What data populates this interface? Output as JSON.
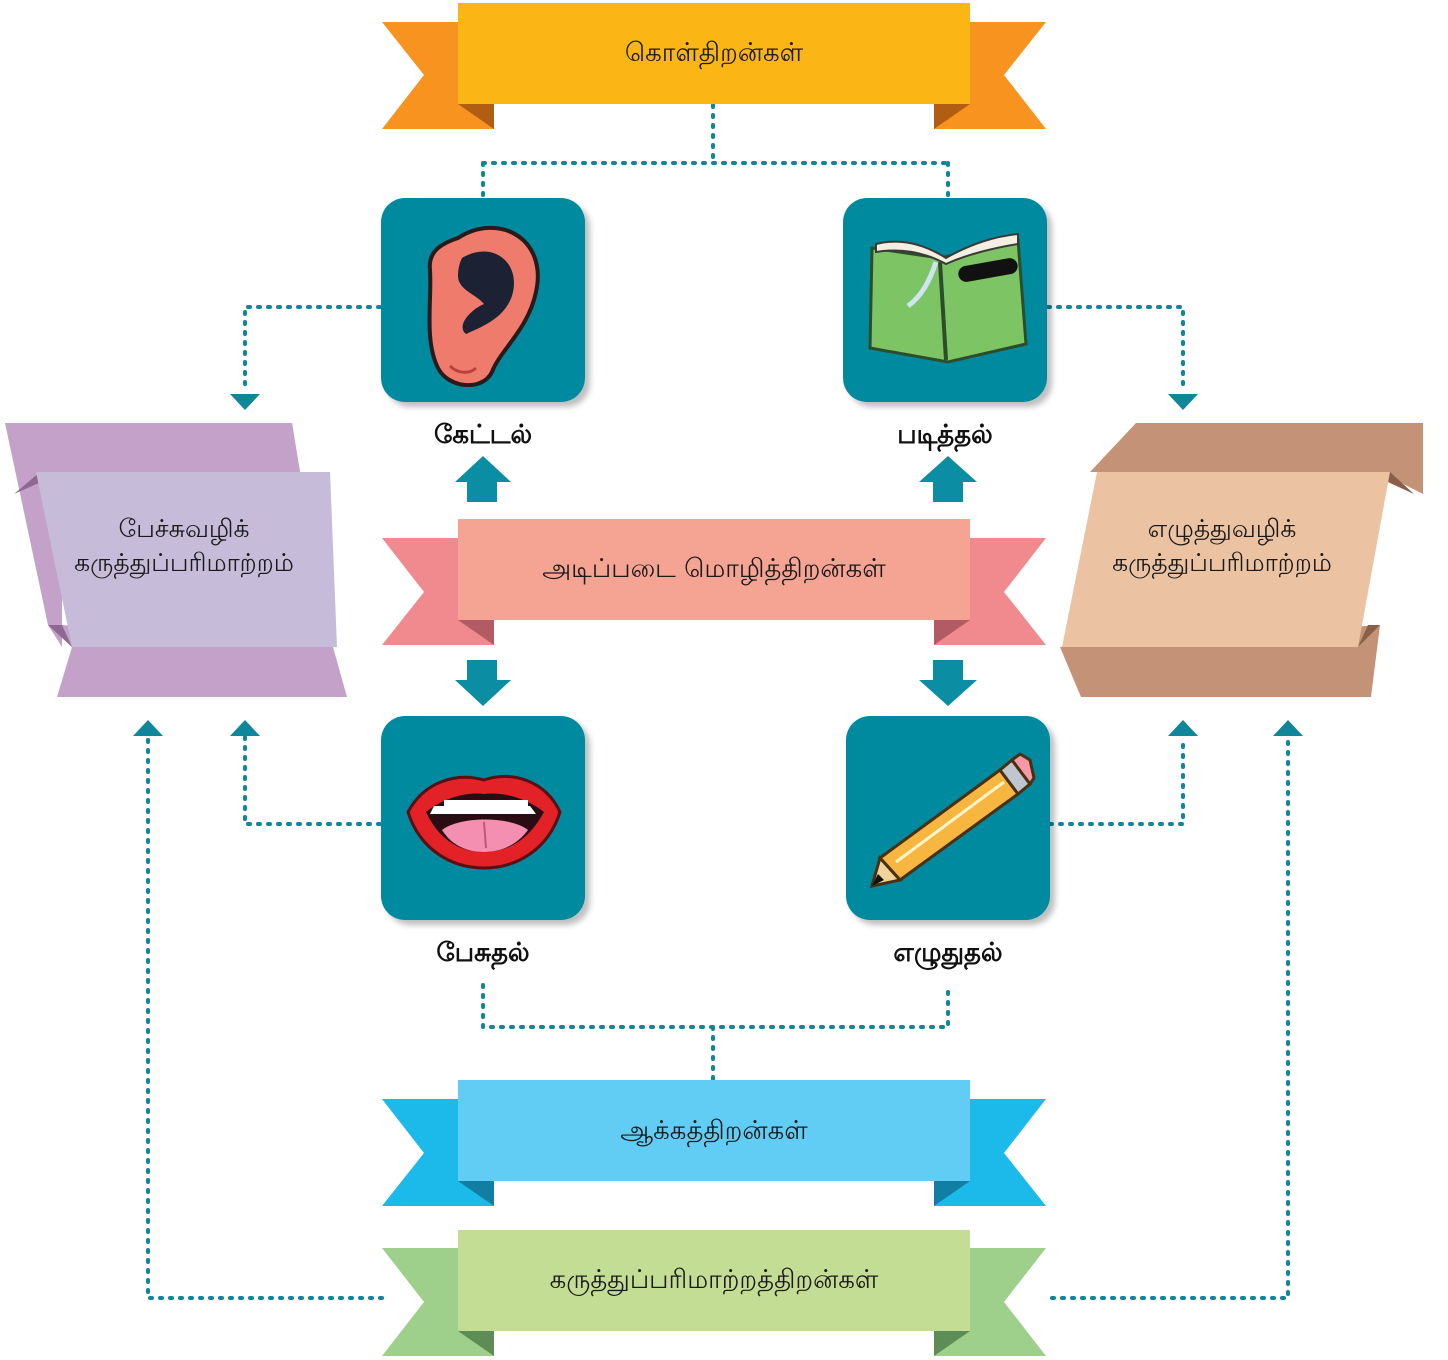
{
  "colors": {
    "teal": "#0b8ea3",
    "dot": "#10869a",
    "tile": "#058aa0"
  },
  "receptive": {
    "label": "கொள்திறன்கள்"
  },
  "basic": {
    "label": "அடிப்படை   மொழித்திறன்கள்"
  },
  "productive": {
    "label": "ஆக்கத்திறன்கள்"
  },
  "communication": {
    "label": "கருத்துப்பரிமாற்றத்திறன்கள்"
  },
  "skills": {
    "listening": {
      "label": "கேட்டல்",
      "icon": "ear-icon"
    },
    "reading": {
      "label": "படித்தல்",
      "icon": "book-icon"
    },
    "speaking": {
      "label": "பேசுதல்",
      "icon": "mouth-icon"
    },
    "writing": {
      "label": "எழுதுதல்",
      "icon": "pencil-icon"
    }
  },
  "oral": {
    "line1": "பேச்சுவழிக்",
    "line2": "கருத்துப்பரிமாற்றம்"
  },
  "written": {
    "line1": "எழுத்துவழிக்",
    "line2": "கருத்துப்பரிமாற்றம்"
  }
}
